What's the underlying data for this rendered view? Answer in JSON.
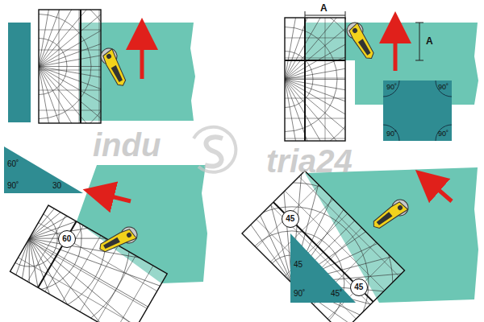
{
  "diagram": {
    "nodes": [
      {
        "text": [
          "90˚",
          "90˚",
          "90˚",
          "90˚"
        ]
      },
      {
        "text": [
          "60˚",
          "90˚",
          "30"
        ]
      },
      {
        "text": [
          "60"
        ]
      },
      {
        "text": [
          "45"
        ]
      },
      {
        "text": [
          "45"
        ]
      },
      {
        "text": [
          "45",
          "90˚",
          "45˚"
        ]
      }
    ],
    "labels": [
      "A",
      "A",
      "indu",
      "tria24"
    ]
  }
}
